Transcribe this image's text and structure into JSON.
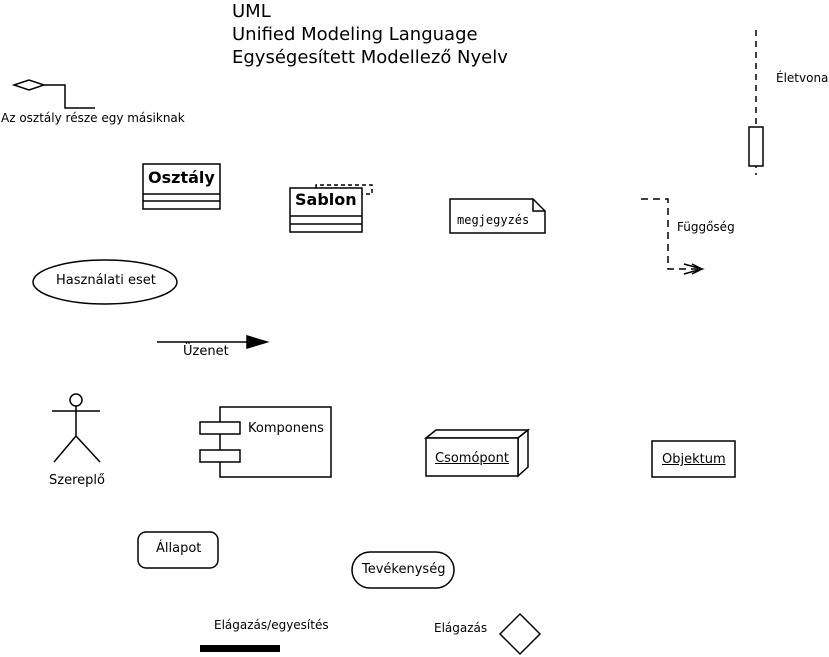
{
  "title": {
    "line1": "UML",
    "line2": "Unified Modeling Language",
    "line3": "Egységesített Modellező Nyelv"
  },
  "labels": {
    "aggregation": "Az osztály része egy másiknak",
    "class": "Osztály",
    "template": "Sablon",
    "note": "megjegyzés",
    "use_case": "Használati eset",
    "message": "Üzenet",
    "actor": "Szereplő",
    "component": "Komponens",
    "node": "Csomópont",
    "object": "Objektum",
    "state": "Állapot",
    "activity": "Tevékenység",
    "fork_join": "Elágazás/egyesítés",
    "decision": "Elágazás",
    "lifeline": "Életvonal",
    "dependency": "Függőség"
  }
}
